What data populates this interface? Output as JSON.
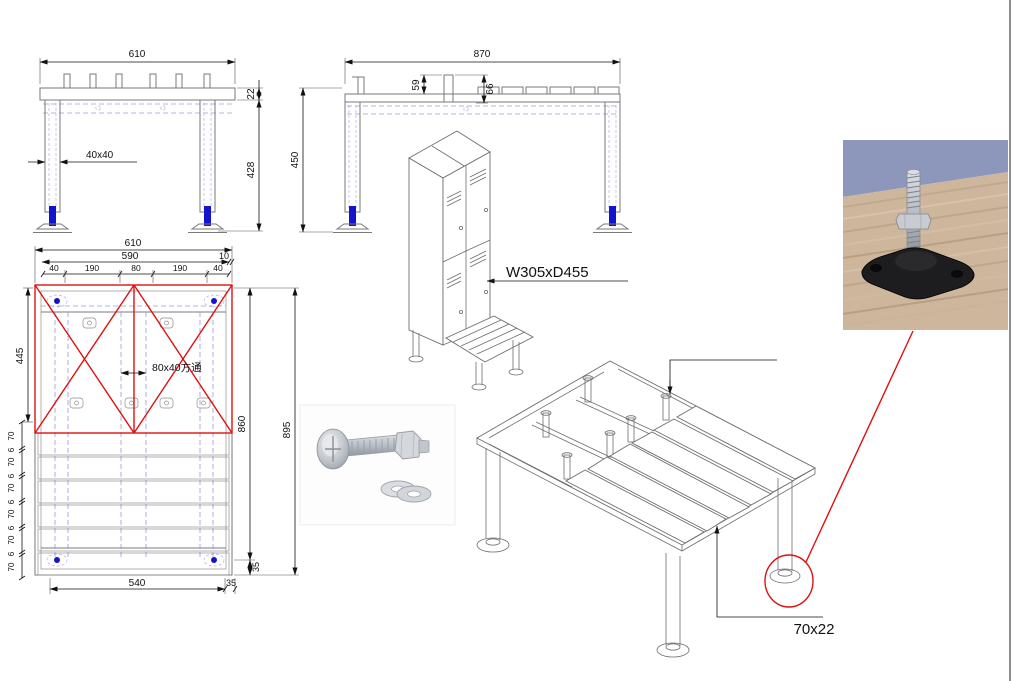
{
  "front_view": {
    "width": "610",
    "slat_thickness": "22",
    "leg_height": "428",
    "tube_label": "40x40"
  },
  "side_view": {
    "width": "870",
    "height": "450",
    "post_above_slat": "59",
    "post_above_rail": "66"
  },
  "plan_view": {
    "width": "610",
    "inner_width": "590",
    "edge": "10",
    "top_chain": [
      "40",
      "190",
      "80",
      "190",
      "40"
    ],
    "frame_depth": "445",
    "slat_chain": [
      "70",
      "6",
      "70",
      "6",
      "70",
      "6",
      "70",
      "6",
      "70",
      "6",
      "70"
    ],
    "depth_to_slats": "860",
    "total_depth": "895",
    "side_offset": "35",
    "bottom_width": "540",
    "bottom_offset": "35",
    "tube_label": "80x40方通"
  },
  "locker_label": "W305xD455",
  "slat_section_label": "70x22",
  "colors": {
    "red_accent": "#dd1111",
    "foot_blue": "#1414cc",
    "hidden_line_blue": "#9a9ada",
    "structure_gray": "#7a7a7a",
    "wall_photo": "#8d97bb",
    "wood_photo": "#cdb69c"
  }
}
